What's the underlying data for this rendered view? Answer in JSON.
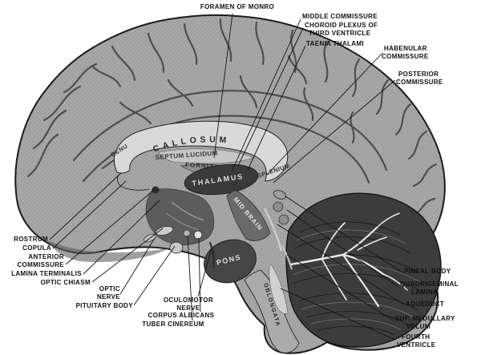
{
  "palette": {
    "background": "#ffffff",
    "ink": "#141414",
    "cortex": "#a6a6a6",
    "sulci_line": "#3f3f3f",
    "callosum_fill": "#d9d9d9",
    "thalamus_fill": "#3a3a3a",
    "cerebellum_fill": "#3c3c3c",
    "arbor_vitae": "#e8e8e8"
  },
  "callouts": {
    "foramen_monro": "FORAMEN OF MONRO",
    "middle_commissure": "MIDDLE COMMISSURE",
    "choroid_plexus_1": "CHOROID PLEXUS OF",
    "choroid_plexus_2": "THIRD VENTRICLE",
    "taenia_thalami": "TAENIA THALAMI",
    "habenular_1": "HABENULAR",
    "habenular_2": "COMMISSURE",
    "posterior_1": "POSTERIOR",
    "posterior_2": "COMMISSURE",
    "rostrum": "ROSTRUM",
    "copula": "COPULA",
    "anterior_1": "ANTERIOR",
    "anterior_2": "COMMISSURE",
    "lamina_terminalis": "LAMINA TERMINALIS",
    "optic_chiasm": "OPTIC CHIASM",
    "optic_1": "OPTIC",
    "optic_2": "NERVE",
    "pituitary_body": "PITUITARY BODY",
    "oculomotor_1": "OCULOMOTOR",
    "oculomotor_2": "NERVE",
    "corpus_albicans": "CORPUS ALBICANS",
    "tuber_cinereum": "TUBER CINEREUM",
    "pineal_body": "PINEAL BODY",
    "quadrigeminal_1": "QUADRIGEMINAL",
    "quadrigeminal_2": "LAMINA",
    "aqueduct": "AQUEDUCT",
    "sup_medullary_1": "SUP. MEDULLARY",
    "sup_medullary_2": "VELUM",
    "fourth_1": "FOURTH",
    "fourth_2": "VENTRICLE"
  },
  "structures": {
    "callosum": "CALLOSUM",
    "genu": "GENU",
    "septum_lucidum": "SEPTUM LUCIDUM",
    "fornix": "FORNIX",
    "thalamus": "THALAMUS",
    "splenium": "SPLENIUM",
    "midbrain": "MID BRAIN",
    "pons": "PONS",
    "oblongata": "OBLONGATA"
  }
}
